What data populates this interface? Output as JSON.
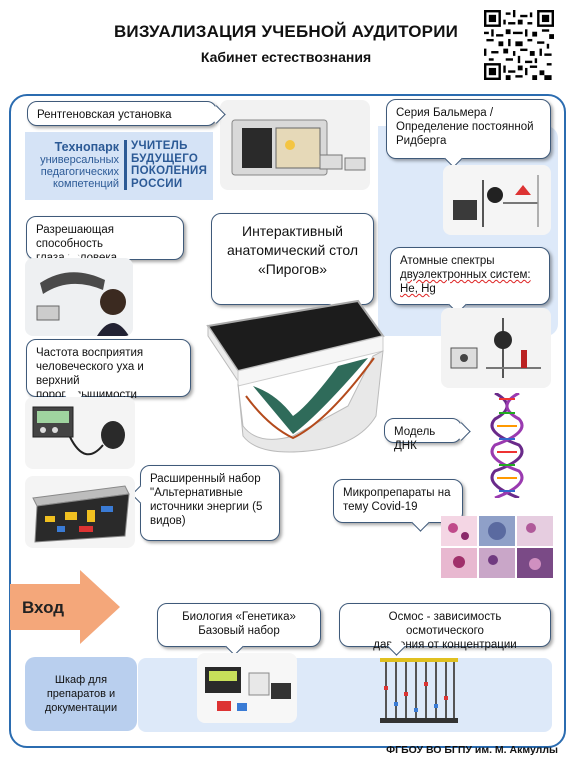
{
  "header": {
    "title": "ВИЗУАЛИЗАЦИЯ УЧЕБНОЙ АУДИТОРИИ",
    "subtitle": "Кабинет естествознания"
  },
  "logo": {
    "left_line1": "Технопарк",
    "left_line2": "универсальных",
    "left_line3": "педагогических",
    "left_line4": "компетенций",
    "right_line1": "УЧИТЕЛЬ",
    "right_line2": "БУДУЩЕГО",
    "right_line3": "ПОКОЛЕНИЯ",
    "right_line4": "РОССИИ"
  },
  "callouts": {
    "xray": "Рентгеновская установка",
    "balmer_line1": "Серия Бальмера /",
    "balmer_line2": "Определение постоянной",
    "balmer_line3": "Ридберга",
    "eye_line1": "Разрешающая способность",
    "eye_line2": "глаза человека",
    "table_line1": "Интерактивный",
    "table_line2": "анатомический стол",
    "table_line3": "«Пирогов»",
    "spectra_line1": "Атомные спектры",
    "spectra_line2": "двуэлектронных систем:",
    "spectra_line3": "He, Hg",
    "ear_line1": "Частота восприятия",
    "ear_line2": "человеческого уха и верхний",
    "ear_line3": "порог слышимости",
    "dna": "Модель ДНК",
    "energy_line1": "Расширенный набор",
    "energy_line2": "\"Альтернативные",
    "energy_line3": "источники энергии (5",
    "energy_line4": "видов)",
    "covid_line1": "Микропрепараты на",
    "covid_line2": "тему Covid-19",
    "genetics_line1": "Биология  «Генетика»",
    "genetics_line2": "Базовый набор",
    "osmos_line1": "Осмос - зависимость осмотического",
    "osmos_line2": "давления от концентрации"
  },
  "entrance": "Вход",
  "shelf_line1": "Шкаф для",
  "shelf_line2": "препаратов и",
  "shelf_line3": "документации",
  "footer": "ФГБОУ ВО БГПУ им. М. Акмуллы",
  "colors": {
    "frame": "#2b6cb0",
    "arrow": "#f4a77a",
    "bluewash": "#dde9f9",
    "logo_text": "#2c5a96"
  }
}
